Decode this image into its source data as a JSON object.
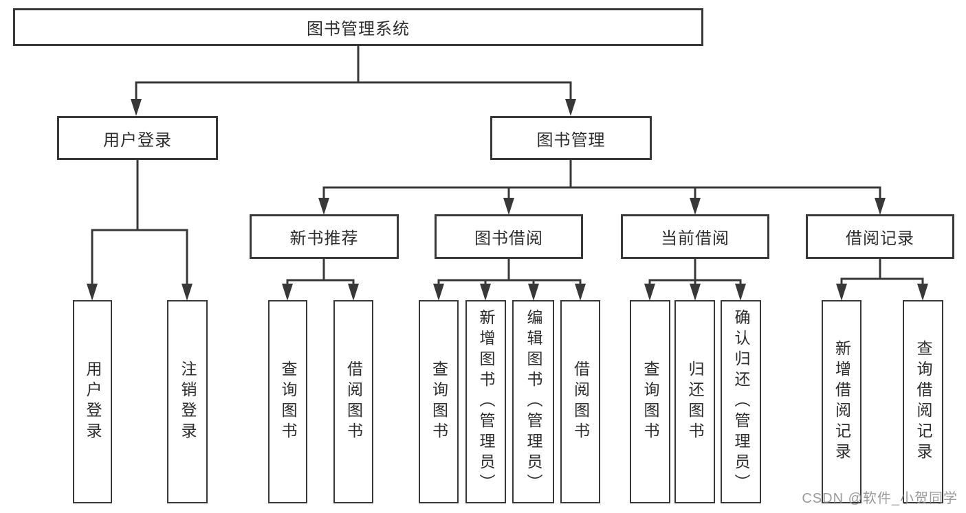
{
  "colors": {
    "line": "#383838",
    "text": "#2d2d2d",
    "watermark": "#8c8c8c",
    "background": "#ffffff"
  },
  "tree": {
    "root": {
      "label": "图书管理系统",
      "children": [
        {
          "label": "用户登录",
          "children": [
            {
              "label": "用户登录"
            },
            {
              "label": "注销登录"
            }
          ]
        },
        {
          "label": "图书管理",
          "children": [
            {
              "label": "新书推荐",
              "children": [
                {
                  "label": "查询图书"
                },
                {
                  "label": "借阅图书"
                }
              ]
            },
            {
              "label": "图书借阅",
              "children": [
                {
                  "label": "查询图书"
                },
                {
                  "label": "新增图书（管理员）"
                },
                {
                  "label": "编辑图书（管理员）"
                },
                {
                  "label": "借阅图书"
                }
              ]
            },
            {
              "label": "当前借阅",
              "children": [
                {
                  "label": "查询图书"
                },
                {
                  "label": "归还图书"
                },
                {
                  "label": "确认归还（管理员）"
                }
              ]
            },
            {
              "label": "借阅记录",
              "children": [
                {
                  "label": "新增借阅记录"
                },
                {
                  "label": "查询借阅记录"
                }
              ]
            }
          ]
        }
      ]
    }
  },
  "watermark": {
    "text": "CSDN @软件_小贺同学"
  }
}
